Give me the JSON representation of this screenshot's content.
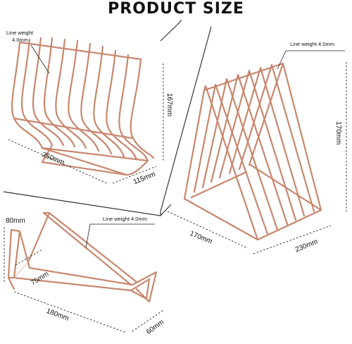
{
  "title": "PRODUCT SIZE",
  "colors": {
    "wire": "#c8876e",
    "text": "#111111",
    "background": "#ffffff"
  },
  "product1": {
    "line_weight_label": "Line weight",
    "line_weight_value": "4.0mm",
    "width": "250mm",
    "depth": "115mm",
    "height": "167mm"
  },
  "product2": {
    "line_weight": "Line weight 4.0mm",
    "width": "170mm",
    "length": "230mm",
    "height": "170mm"
  },
  "product3": {
    "line_weight": "Line weight 4.0mm",
    "height": "80mm",
    "lip": "75mm",
    "width": "180mm",
    "depth": "60mm"
  }
}
